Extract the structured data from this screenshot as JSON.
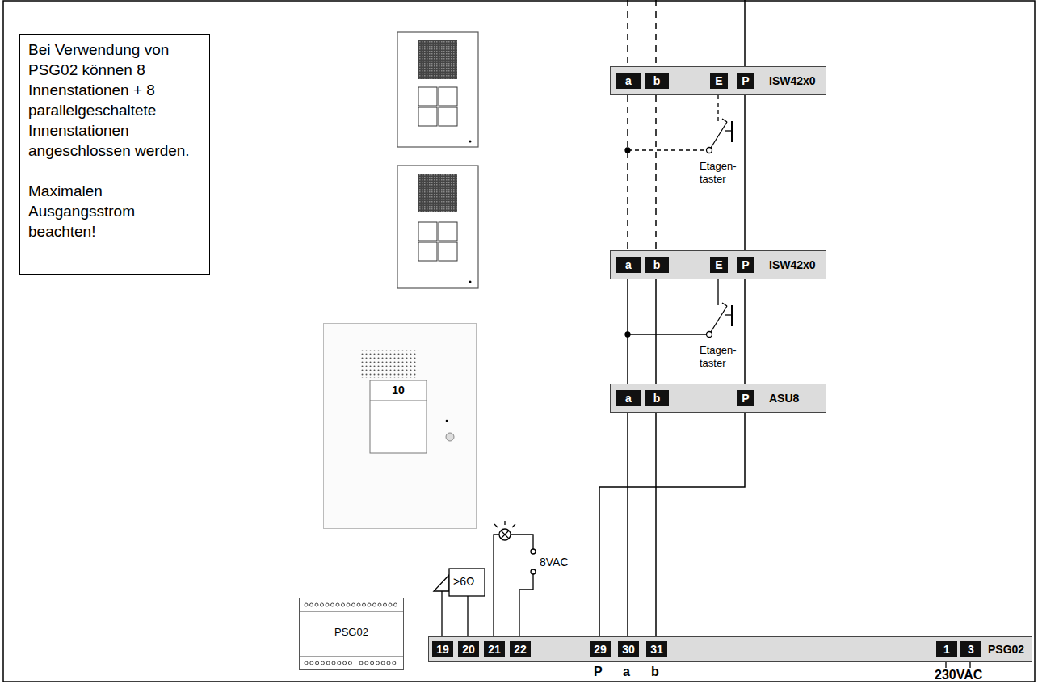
{
  "diagram": {
    "nodes": [
      {
        "text": [
          "Bei Verwendung von PSG02 können 8 Innenstationen + 8 parallelgeschaltete Innenstationen angeschlossen werden.",
          "Maximalen Ausgangsstrom beachten!"
        ]
      },
      {
        "text": [
          "a",
          "b",
          "E",
          "P",
          "ISW42x0"
        ]
      },
      {
        "text": [
          "a",
          "b",
          "E",
          "P",
          "ISW42x0"
        ]
      },
      {
        "text": [
          "10"
        ]
      },
      {
        "text": [
          "a",
          "b",
          "P",
          "ASU8"
        ]
      },
      {
        "text": [
          "PSG02"
        ]
      },
      {
        "text": [
          "19",
          "20",
          "21",
          "22",
          "29",
          "30",
          "31",
          "1",
          "3",
          "PSG02"
        ]
      }
    ],
    "edges": [
      {
        "from": 1,
        "to": 2,
        "arrow": "none"
      },
      {
        "from": 1,
        "to": 2,
        "arrow": "none"
      },
      {
        "from": 1,
        "to": 2,
        "arrow": "none"
      },
      {
        "from": 2,
        "to": 4,
        "arrow": "none"
      },
      {
        "from": 2,
        "to": 4,
        "arrow": "none"
      },
      {
        "from": 2,
        "to": 4,
        "arrow": "none"
      },
      {
        "from": 4,
        "to": 6,
        "arrow": "none"
      },
      {
        "from": 4,
        "to": 6,
        "arrow": "none"
      },
      {
        "from": 4,
        "to": 6,
        "arrow": "none"
      }
    ],
    "labels": [
      "Etagen- taster",
      "Etagen- taster",
      ">6Ω",
      "8VAC",
      "P",
      "a",
      "b",
      "230VAC"
    ]
  }
}
